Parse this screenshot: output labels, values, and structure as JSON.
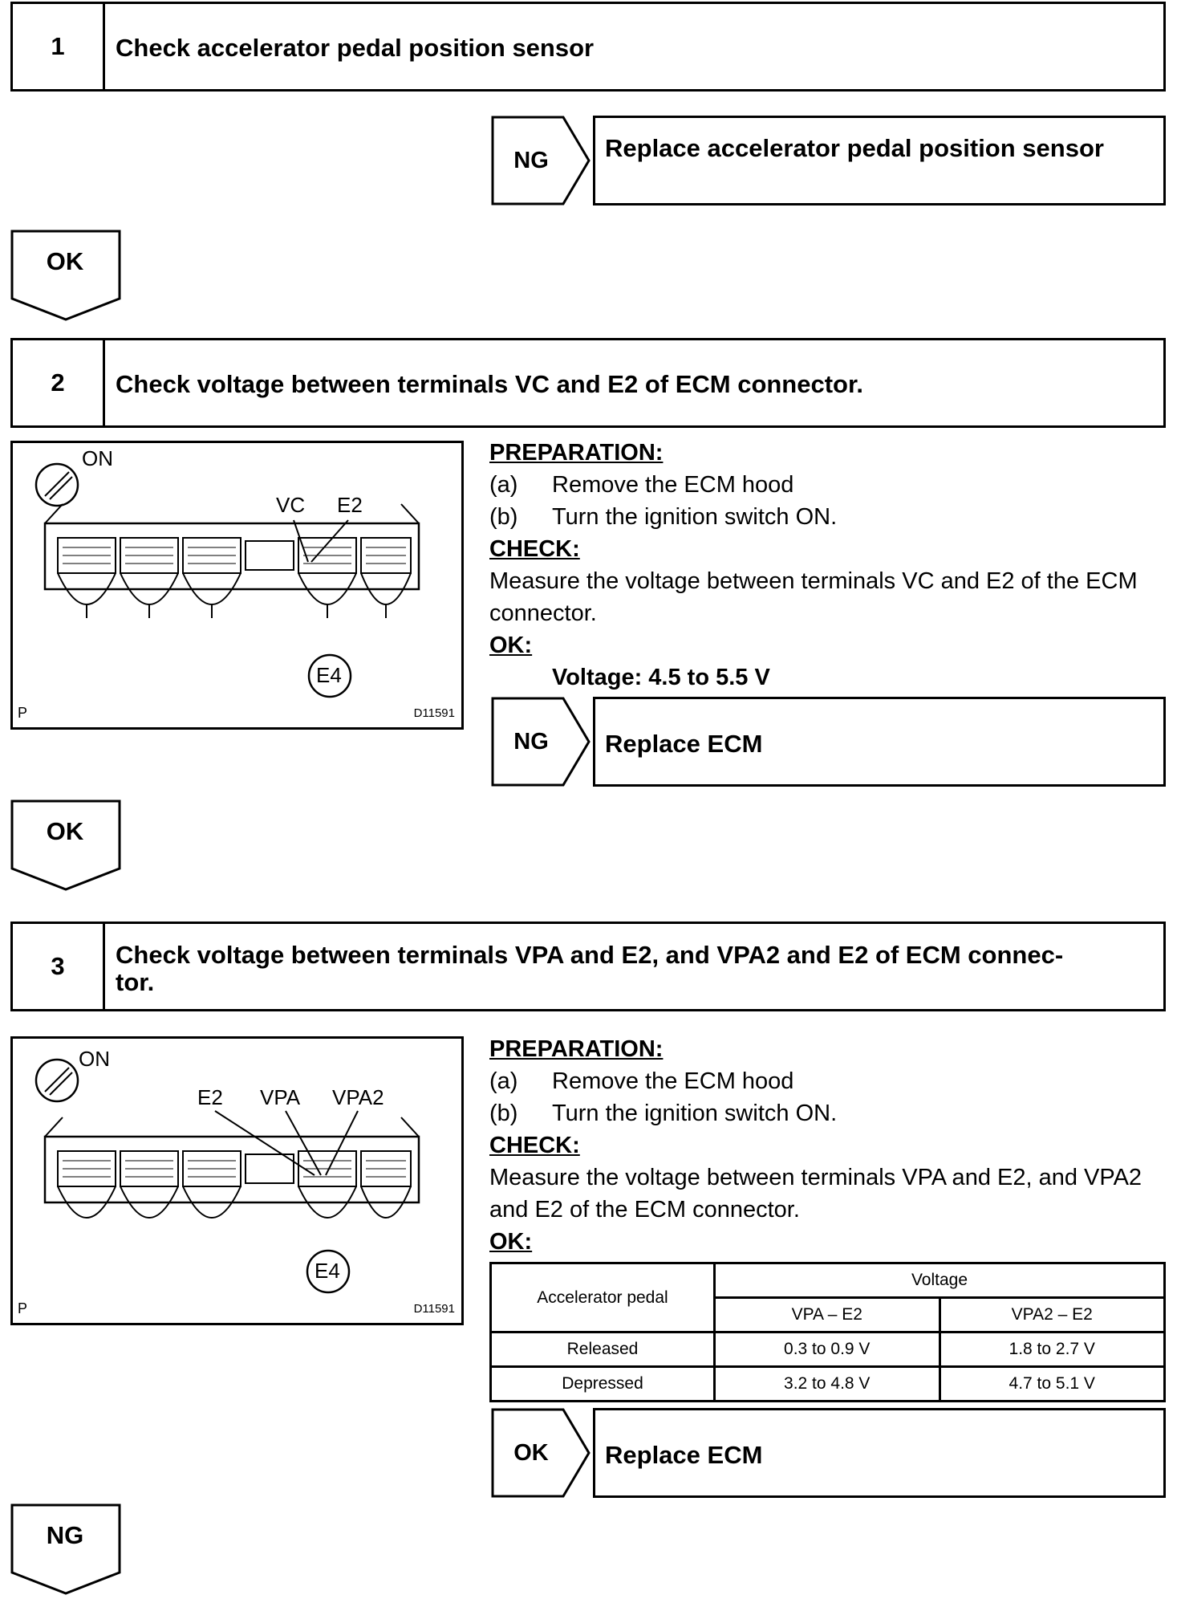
{
  "steps": [
    {
      "number": "1",
      "title": "Check accelerator pedal position sensor",
      "ng_label": "NG",
      "ng_action": "Replace accelerator pedal position sensor",
      "ok_label": "OK"
    },
    {
      "number": "2",
      "title": "Check voltage between terminals VC and E2 of ECM connector.",
      "figure": {
        "switch_label": "ON",
        "terminal_labels": [
          "VC",
          "E2"
        ],
        "connector_label": "E4",
        "corner_label": "P",
        "figure_id": "D11591"
      },
      "preparation_heading": "PREPARATION:",
      "preparation": [
        {
          "key": "(a)",
          "text": "Remove the ECM hood"
        },
        {
          "key": "(b)",
          "text": "Turn the ignition switch ON."
        }
      ],
      "check_heading": "CHECK:",
      "check_text": "Measure the voltage between terminals VC and E2 of the ECM connector.",
      "ok_heading": "OK:",
      "ok_spec": "Voltage: 4.5 to 5.5 V",
      "ng_label": "NG",
      "ng_action": "Replace ECM",
      "ok_label": "OK"
    },
    {
      "number": "3",
      "title": "Check voltage between terminals VPA and E2, and VPA2 and E2 of ECM connec-",
      "title_line2": "tor.",
      "figure": {
        "switch_label": "ON",
        "terminal_labels": [
          "E2",
          "VPA",
          "VPA2"
        ],
        "connector_label": "E4",
        "corner_label": "P",
        "figure_id": "D11591"
      },
      "preparation_heading": "PREPARATION:",
      "preparation": [
        {
          "key": "(a)",
          "text": "Remove the ECM hood"
        },
        {
          "key": "(b)",
          "text": "Turn the ignition switch ON."
        }
      ],
      "check_heading": "CHECK:",
      "check_text": "Measure the voltage between terminals VPA and E2, and VPA2 and E2 of the ECM connector.",
      "ok_heading": "OK:",
      "table": {
        "col1_header": "Accelerator pedal",
        "group_header": "Voltage",
        "sub_headers": [
          "VPA – E2",
          "VPA2 – E2"
        ],
        "rows": [
          {
            "state": "Released",
            "vpa": "0.3 to 0.9 V",
            "vpa2": "1.8 to 2.7 V"
          },
          {
            "state": "Depressed",
            "vpa": "3.2 to 4.8 V",
            "vpa2": "4.7 to 5.1 V"
          }
        ]
      },
      "ok_result_label": "OK",
      "ok_action": "Replace ECM",
      "ng_label": "NG"
    }
  ]
}
